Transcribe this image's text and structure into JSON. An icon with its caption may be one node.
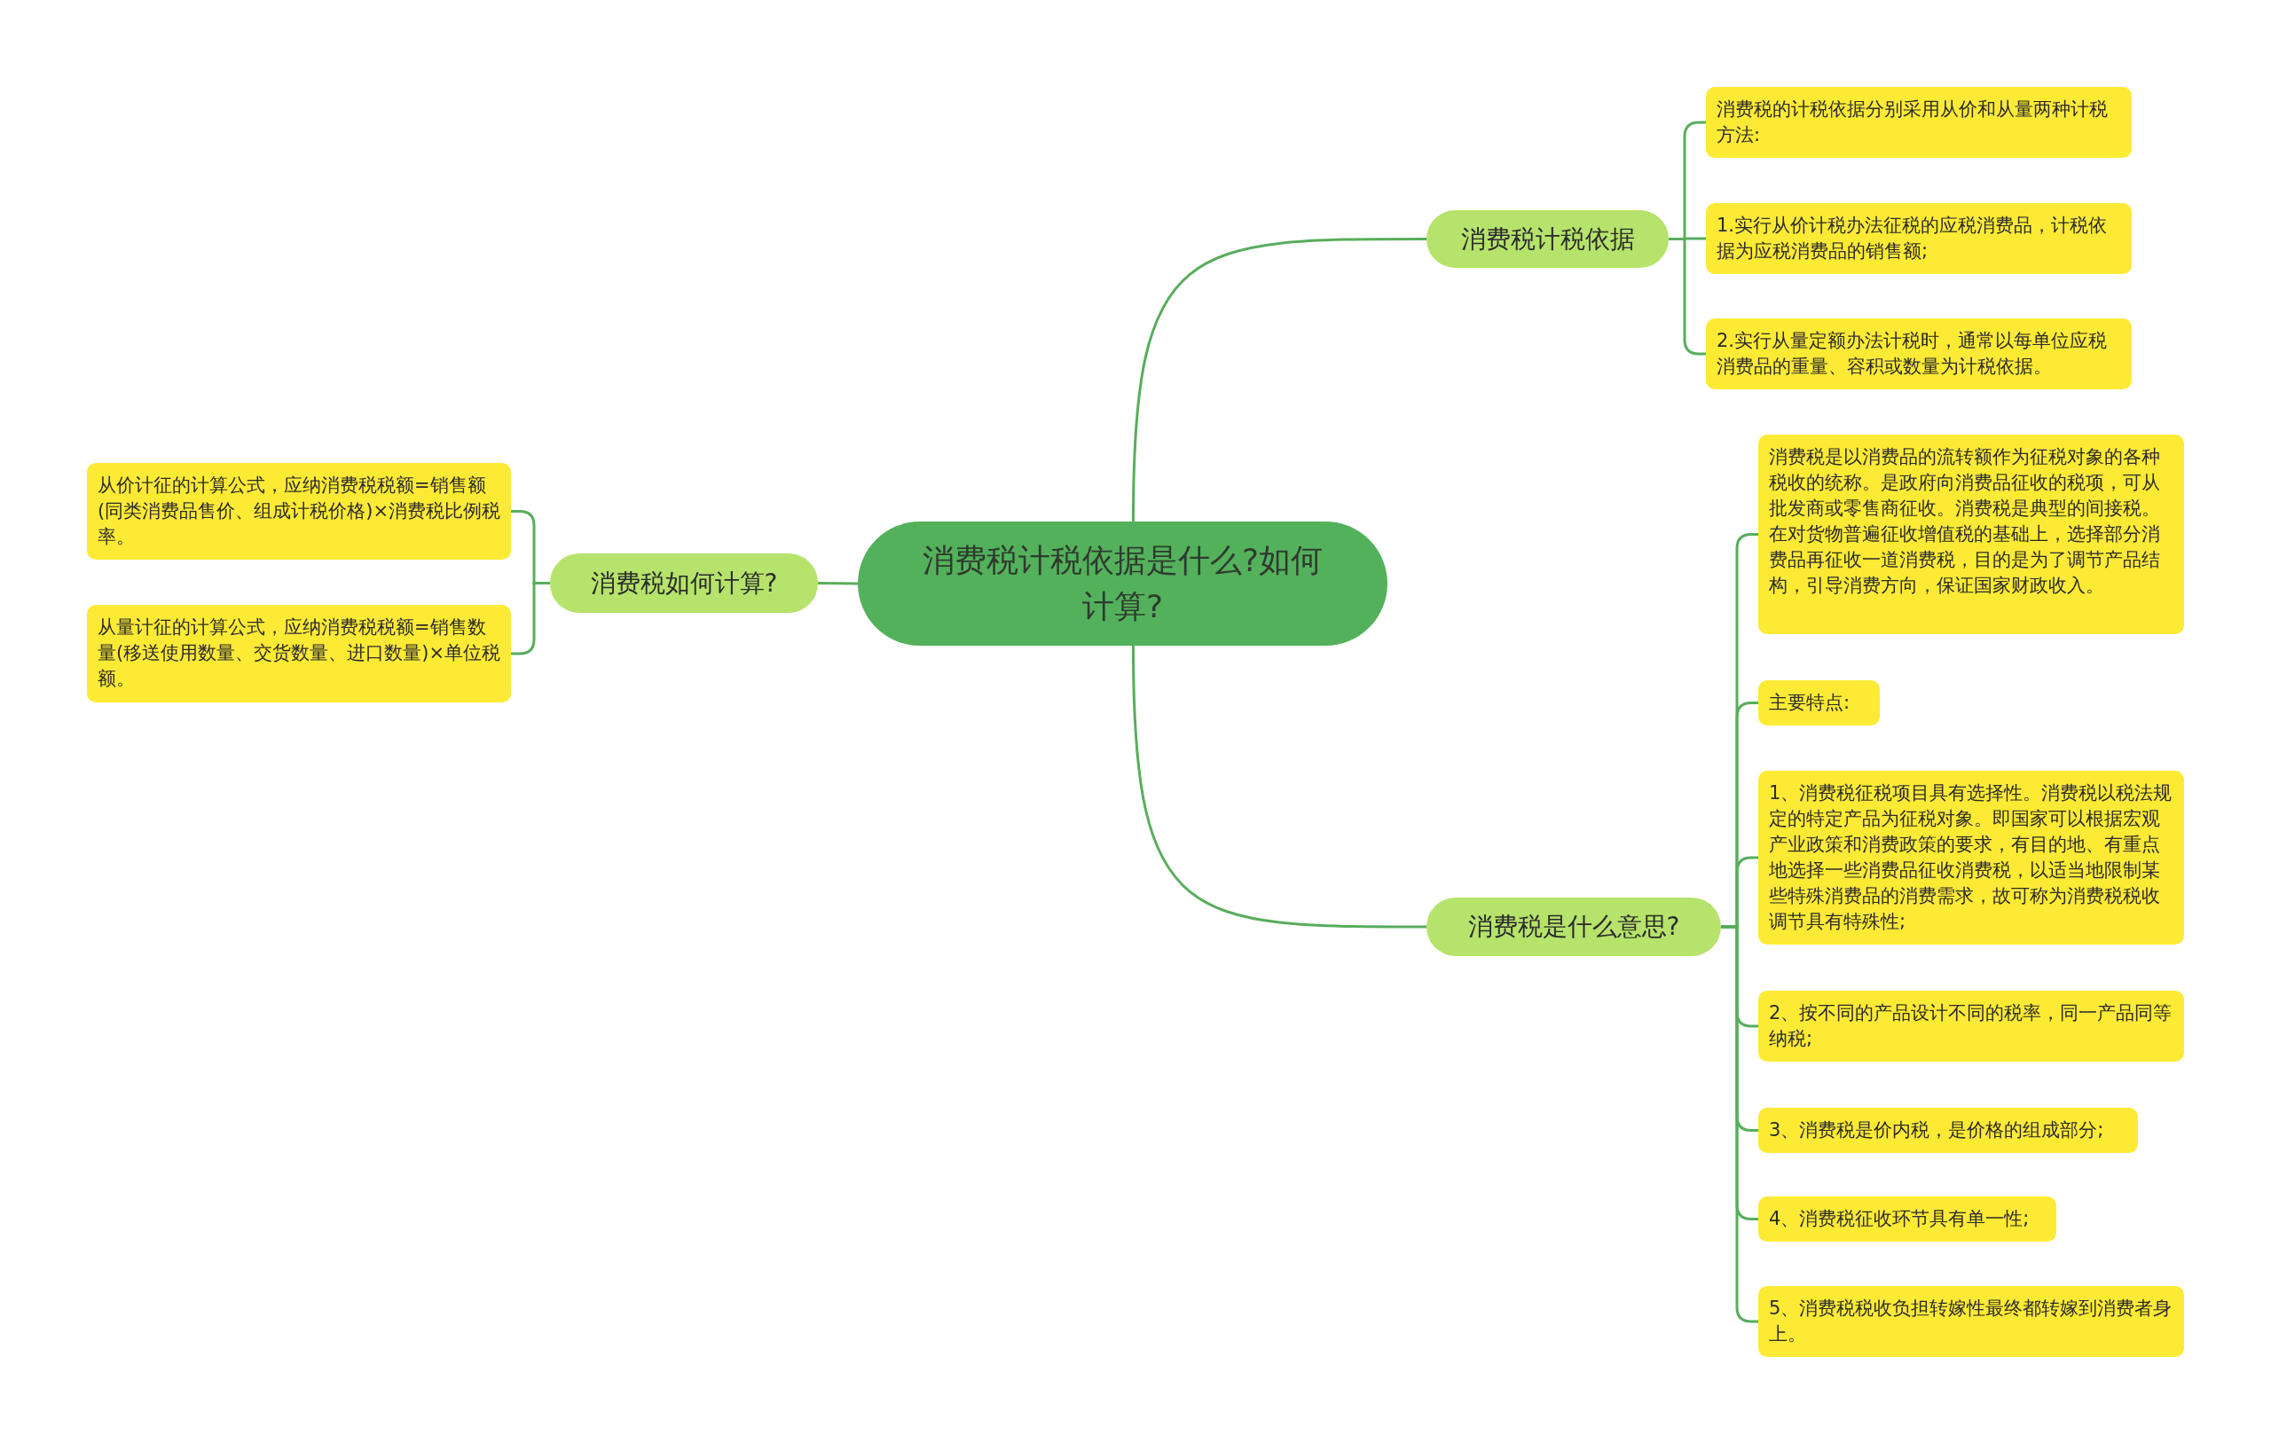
{
  "diagram": {
    "nodes": [
      {
        "text": [
          "消费税计税依据是什么?如何计算?"
        ]
      },
      {
        "text": [
          "消费税计税依据"
        ]
      },
      {
        "text": [
          "消费税的计税依据分别采用从价和从量两种计税方法:"
        ]
      },
      {
        "text": [
          "1.实行从价计税办法征税的应税消费品，计税依据为应税消费品的销售额;"
        ]
      },
      {
        "text": [
          "2.实行从量定额办法计税时，通常以每单位应税消费品的重量、容积或数量为计税依据。"
        ]
      },
      {
        "text": [
          "消费税是什么意思?"
        ]
      },
      {
        "text": [
          "消费税是以消费品的流转额作为征税对象的各种税收的统称。是政府向消费品征收的税项，可从批发商或零售商征收。消费税是典型的间接税。在对货物普遍征收增值税的基础上，选择部分消费品再征收一道消费税，目的是为了调节产品结构，引导消费方向，保证国家财政收入。"
        ]
      },
      {
        "text": [
          "主要特点:"
        ]
      },
      {
        "text": [
          "1、消费税征税项目具有选择性。消费税以税法规定的特定产品为征税对象。即国家可以根据宏观产业政策和消费政策的要求，有目的地、有重点地选择一些消费品征收消费税，以适当地限制某些特殊消费品的消费需求，故可称为消费税税收调节具有特殊性;"
        ]
      },
      {
        "text": [
          "2、按不同的产品设计不同的税率，同一产品同等纳税;"
        ]
      },
      {
        "text": [
          "3、消费税是价内税，是价格的组成部分;"
        ]
      },
      {
        "text": [
          "4、消费税征收环节具有单一性;"
        ]
      },
      {
        "text": [
          "5、消费税税收负担转嫁性最终都转嫁到消费者身上。"
        ]
      },
      {
        "text": [
          "消费税如何计算?"
        ]
      },
      {
        "text": [
          "从价计征的计算公式，应纳消费税税额=销售额(同类消费品售价、组成计税价格)×消费税比例税率。"
        ]
      },
      {
        "text": [
          "从量计征的计算公式，应纳消费税税额=销售数量(移送使用数量、交货数量、进口数量)×单位税额。"
        ]
      }
    ],
    "edges": [
      {
        "from": 0,
        "to": 1,
        "arrow": "none"
      },
      {
        "from": 1,
        "to": 2,
        "arrow": "none"
      },
      {
        "from": 1,
        "to": 3,
        "arrow": "none"
      },
      {
        "from": 1,
        "to": 4,
        "arrow": "none"
      },
      {
        "from": 0,
        "to": 5,
        "arrow": "none"
      },
      {
        "from": 5,
        "to": 6,
        "arrow": "none"
      },
      {
        "from": 5,
        "to": 7,
        "arrow": "none"
      },
      {
        "from": 5,
        "to": 8,
        "arrow": "none"
      },
      {
        "from": 5,
        "to": 9,
        "arrow": "none"
      },
      {
        "from": 5,
        "to": 10,
        "arrow": "none"
      },
      {
        "from": 5,
        "to": 11,
        "arrow": "none"
      },
      {
        "from": 5,
        "to": 12,
        "arrow": "none"
      },
      {
        "from": 0,
        "to": 13,
        "arrow": "none"
      },
      {
        "from": 13,
        "to": 14,
        "arrow": "none"
      },
      {
        "from": 13,
        "to": 15,
        "arrow": "none"
      }
    ]
  }
}
